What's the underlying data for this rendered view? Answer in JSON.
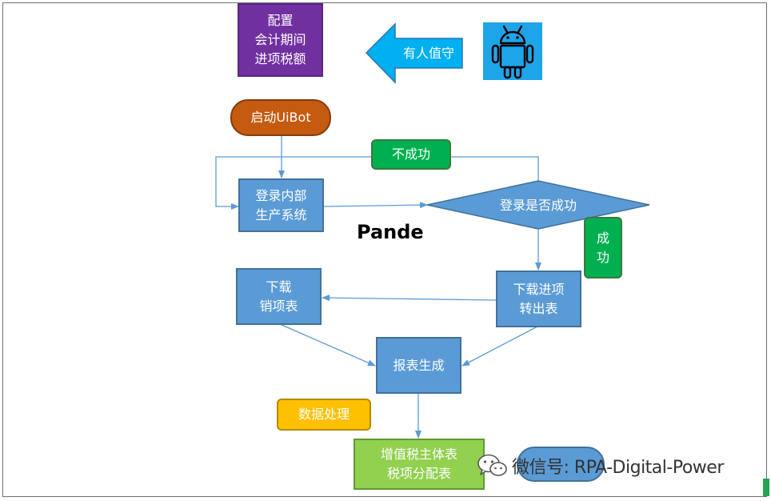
{
  "nodes": {
    "config": "配置\n会计期间\n进项税额",
    "duty": "有人值守",
    "start_uibot": "启动UiBot",
    "fail": "不成功",
    "login_system": "登录内部\n生产系统",
    "login_check": "登录是否成功",
    "success": "成\n功",
    "download_sales": "下载\n销项表",
    "download_input": "下载进项\n转出表",
    "report": "报表生成",
    "data_processing": "数据处理",
    "vat_tables": "增值税主体表\n税项分配表"
  },
  "watermark": {
    "pande": "Pande",
    "wechat_label": "微信号: RPA-Digital-Power"
  },
  "colors": {
    "process_blue": "#5b9bd5",
    "config_purple": "#7030a0",
    "start_orange": "#c55a11",
    "status_green": "#00b050",
    "data_yellow": "#ffc000",
    "output_lime": "#92d050",
    "android_bg": "#1ea4e9",
    "connector": "#5b9bd5"
  },
  "icons": [
    "android-robot-icon",
    "wechat-icon"
  ]
}
